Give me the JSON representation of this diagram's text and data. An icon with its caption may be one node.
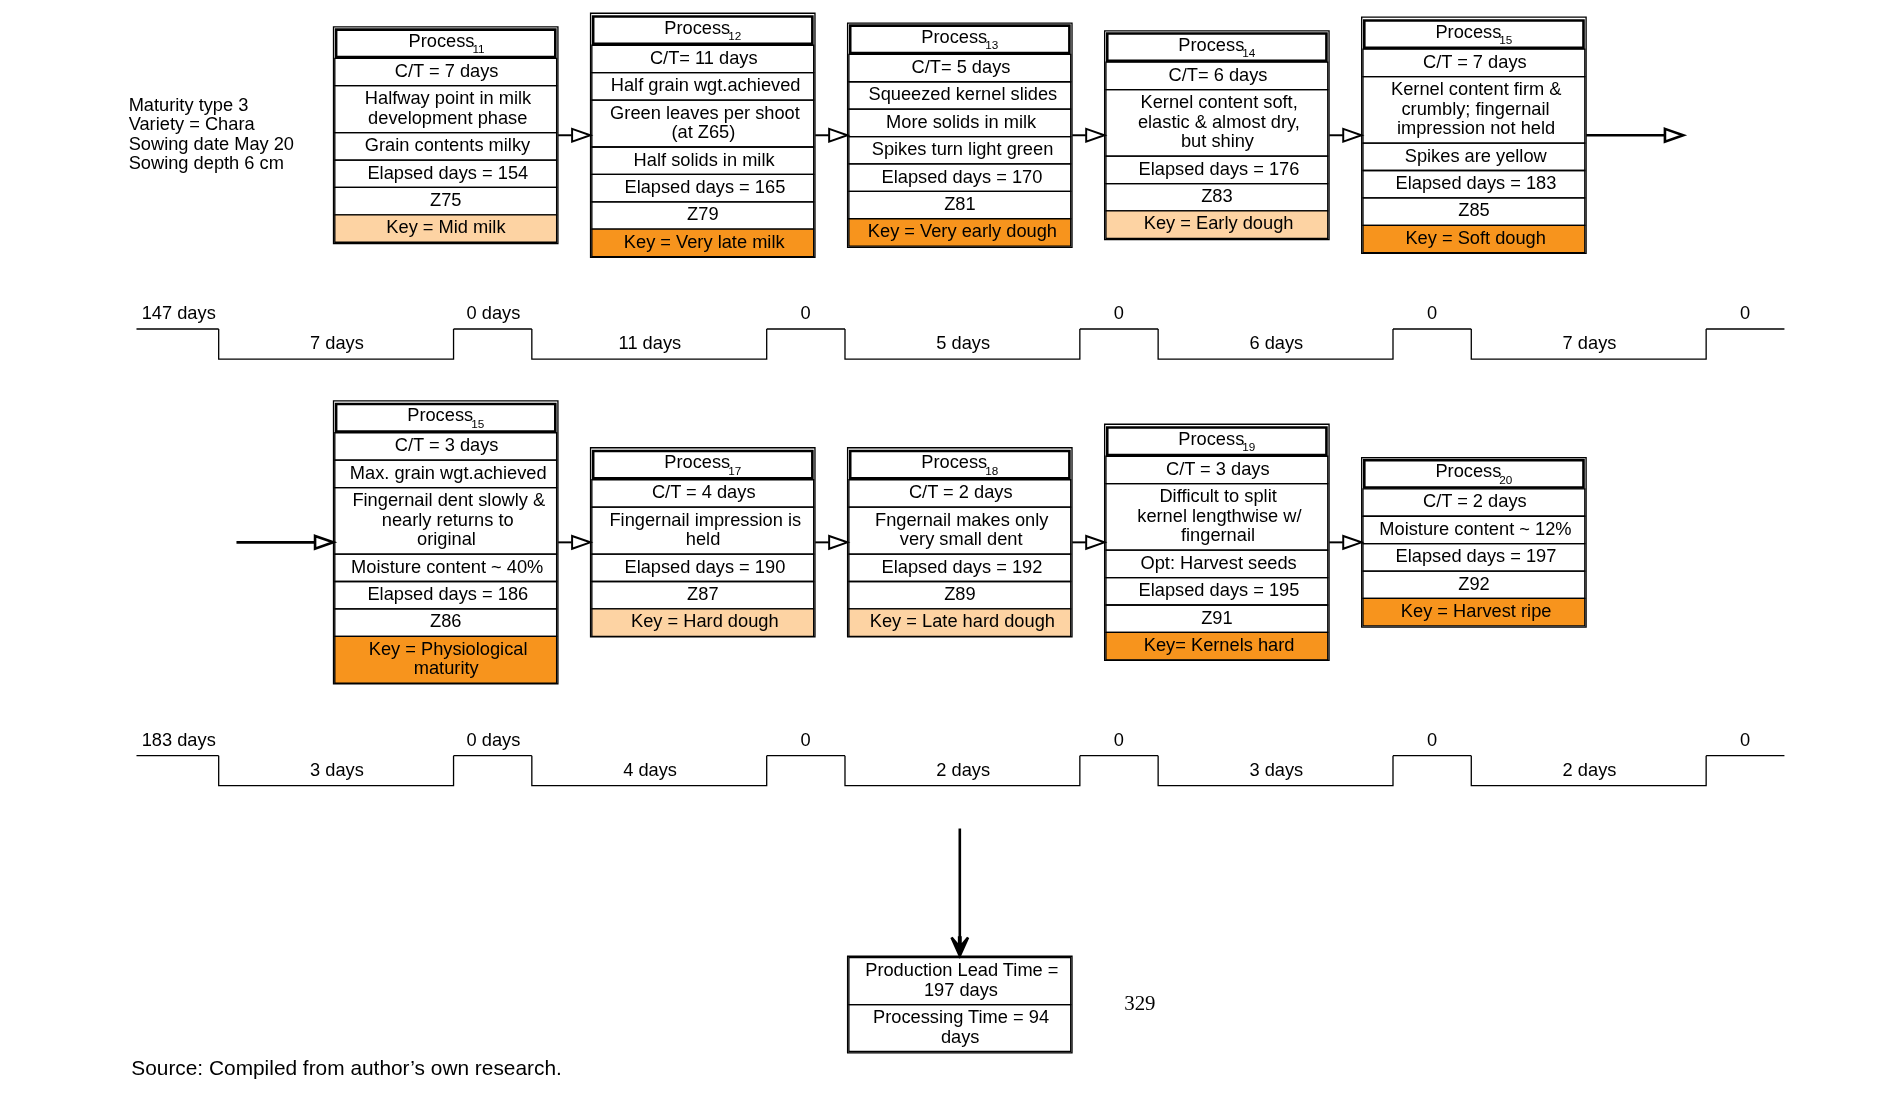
{
  "diagram": {
    "caption": "Source: Compiled from author’s own research.",
    "nodes": [
      {
        "text": [
          "Process$_{11}$",
          "C/T = 7 days",
          "Halfway point in milk development phase",
          "Grain contents milky",
          "Elapsed days = 154",
          "Z75",
          "Key = Mid milk"
        ]
      },
      {
        "text": [
          "Process$_{12}$",
          "C/T= 11 days",
          "Half grain wgt.achieved",
          "Green leaves per shoot (at Z65)",
          "Half solids in milk",
          "Elapsed days = 165",
          "Z79",
          "Key = Very late milk"
        ]
      },
      {
        "text": [
          "Process$_{13}$",
          "C/T= 5 days",
          "Squeezed kernel slides",
          "More solids in milk",
          "Spikes turn light green",
          "Elapsed days = 170",
          "Z81",
          "Key = Very early dough"
        ]
      },
      {
        "text": [
          "Process$_{14}$",
          "C/T= 6 days",
          "Kernel content soft, elastic & almost dry, but shiny",
          "Elapsed days = 176",
          "Z83",
          "Key = Early dough"
        ]
      },
      {
        "text": [
          "Process$_{15}$",
          "C/T = 7 days",
          "Kernel content firm & crumbly; fingernail impression not held",
          "Spikes are yellow",
          "Elapsed days = 183",
          "Z85",
          "Key = Soft dough"
        ]
      },
      {
        "text": [
          "Process$_{15}$",
          "C/T = 3 days",
          "Max. grain wgt.achieved",
          "Fingernail dent slowly & nearly returns to original",
          "Moisture content ~ 40%",
          "Elapsed days = 186",
          "Z86",
          "Key = Physiological maturity"
        ]
      },
      {
        "text": [
          "Process$_{17}$",
          "C/T = 4 days",
          "Fingernail impression is held",
          "Elapsed days = 190",
          "Z87",
          "Key = Hard dough"
        ]
      },
      {
        "text": [
          "Process$_{18}$",
          "C/T = 2 days",
          "Fngernail makes only very small dent",
          "Elapsed days = 192",
          "Z89",
          "Key = Late hard dough"
        ]
      },
      {
        "text": [
          "Process$_{19}$",
          "C/T = 3 days",
          "Difficult to split kernel lengthwise w/ fingernail",
          "Opt: Harvest seeds",
          "Elapsed days = 195",
          "Z91",
          "Key= Kernels hard"
        ]
      },
      {
        "text": [
          "Process$_{20}$",
          "C/T = 2 days",
          "Moisture content ~ 12%",
          "Elapsed days = 197",
          "Z92",
          "Key = Harvest ripe"
        ]
      },
      {
        "text": [
          "Production Lead Time = 197 days",
          "Processing Time = 94 days"
        ]
      }
    ],
    "edges": [
      {
        "from": 0,
        "to": 1,
        "arrow": "to"
      },
      {
        "from": 1,
        "to": 2,
        "arrow": "to"
      },
      {
        "from": 2,
        "to": 3,
        "arrow": "to"
      },
      {
        "from": 3,
        "to": 4,
        "arrow": "to"
      },
      {
        "from": 4,
        "to": null,
        "arrow": "to"
      },
      {
        "from": null,
        "to": 5,
        "arrow": "to"
      },
      {
        "from": 5,
        "to": 6,
        "arrow": "to"
      },
      {
        "from": 6,
        "to": 7,
        "arrow": "to"
      },
      {
        "from": 7,
        "to": 8,
        "arrow": "to"
      },
      {
        "from": 8,
        "to": 9,
        "arrow": "to"
      },
      {
        "from": null,
        "to": 10,
        "arrow": "to"
      }
    ],
    "labels": [
      "Maturity type 3",
      "Variety = Chara",
      "Sowing date May 20",
      "Sowing depth 6 cm",
      "147 days",
      "7 days",
      "0 days",
      "11 days",
      "0",
      "5 days",
      "0",
      "6 days",
      "0",
      "7 days",
      "0",
      "183 days",
      "3 days",
      "0 days",
      "4 days",
      "0",
      "2 days",
      "0",
      "3 days",
      "0",
      "2 days",
      "0",
      "329"
    ]
  }
}
